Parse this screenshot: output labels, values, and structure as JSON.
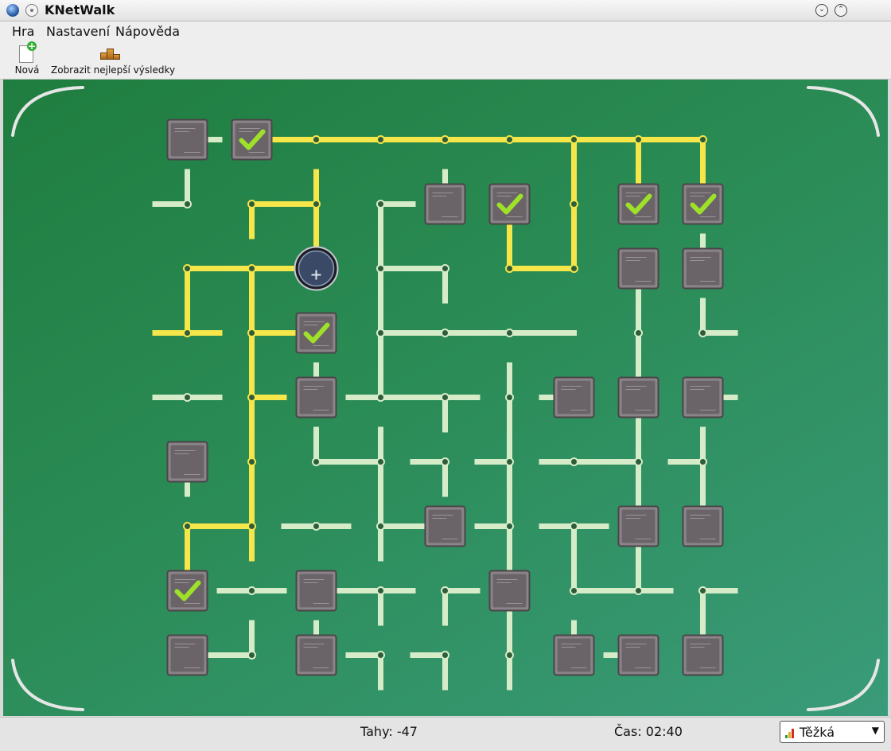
{
  "window": {
    "title": "KNetWalk"
  },
  "menu": {
    "game": "Hra",
    "settings": "Nastavení",
    "help": "Nápověda"
  },
  "toolbar": {
    "new_label": "Nová",
    "highscores_label": "Zobrazit nejlepší výsledky"
  },
  "status": {
    "moves": "Tahy: -47",
    "time": "Čas: 02:40",
    "difficulty": "Těžká"
  },
  "colors": {
    "board": "#2a8b55",
    "powered": "#f5e64a",
    "cable": "#d6ecc8",
    "chip": "#6a6468",
    "check": "#9ee02a"
  },
  "grid": {
    "size": 9,
    "server": [
      2,
      2
    ],
    "cells": [
      {
        "r": 0,
        "c": 0,
        "t": "T",
        "d": "E"
      },
      {
        "r": 0,
        "c": 1,
        "t": "T",
        "d": "E",
        "p": 1
      },
      {
        "r": 0,
        "c": 2,
        "t": "C",
        "d": "EW",
        "p": 1
      },
      {
        "r": 0,
        "c": 3,
        "t": "C",
        "d": "EW",
        "p": 1
      },
      {
        "r": 0,
        "c": 4,
        "t": "C",
        "d": "EW",
        "p": 1
      },
      {
        "r": 0,
        "c": 5,
        "t": "C",
        "d": "EW",
        "p": 1
      },
      {
        "r": 0,
        "c": 6,
        "t": "C",
        "d": "ESW",
        "p": 1
      },
      {
        "r": 0,
        "c": 7,
        "t": "C",
        "d": "ESW",
        "p": 1
      },
      {
        "r": 0,
        "c": 8,
        "t": "C",
        "d": "SW",
        "p": 1
      },
      {
        "r": 1,
        "c": 0,
        "t": "C",
        "d": "NW"
      },
      {
        "r": 1,
        "c": 1,
        "t": "C",
        "d": "ES",
        "p": 1
      },
      {
        "r": 1,
        "c": 2,
        "t": "C",
        "d": "NSW",
        "p": 1
      },
      {
        "r": 1,
        "c": 3,
        "t": "C",
        "d": "ES"
      },
      {
        "r": 1,
        "c": 4,
        "t": "T",
        "d": "N"
      },
      {
        "r": 1,
        "c": 5,
        "t": "T",
        "d": "S",
        "p": 1
      },
      {
        "r": 1,
        "c": 6,
        "t": "C",
        "d": "NS",
        "p": 1
      },
      {
        "r": 1,
        "c": 7,
        "t": "T",
        "d": "N",
        "p": 1
      },
      {
        "r": 1,
        "c": 8,
        "t": "T",
        "d": "N",
        "p": 1
      },
      {
        "r": 2,
        "c": 0,
        "t": "C",
        "d": "ES",
        "p": 1
      },
      {
        "r": 2,
        "c": 1,
        "t": "C",
        "d": "ESW",
        "p": 1
      },
      {
        "r": 2,
        "c": 2,
        "t": "S",
        "d": "NW",
        "p": 1
      },
      {
        "r": 2,
        "c": 3,
        "t": "C",
        "d": "NES"
      },
      {
        "r": 2,
        "c": 4,
        "t": "C",
        "d": "SW"
      },
      {
        "r": 2,
        "c": 5,
        "t": "C",
        "d": "NE",
        "p": 1
      },
      {
        "r": 2,
        "c": 6,
        "t": "C",
        "d": "NW",
        "p": 1
      },
      {
        "r": 2,
        "c": 7,
        "t": "T",
        "d": "S"
      },
      {
        "r": 2,
        "c": 8,
        "t": "T",
        "d": "N"
      },
      {
        "r": 3,
        "c": 0,
        "t": "C",
        "d": "NEW",
        "p": 1
      },
      {
        "r": 3,
        "c": 1,
        "t": "C",
        "d": "NES",
        "p": 1
      },
      {
        "r": 3,
        "c": 2,
        "t": "T",
        "d": "W",
        "p": 1
      },
      {
        "r": 3,
        "c": 3,
        "t": "C",
        "d": "NES"
      },
      {
        "r": 3,
        "c": 4,
        "t": "C",
        "d": "EW"
      },
      {
        "r": 3,
        "c": 5,
        "t": "C",
        "d": "EW"
      },
      {
        "r": 3,
        "c": 6,
        "t": "C",
        "d": "W"
      },
      {
        "r": 3,
        "c": 7,
        "t": "C",
        "d": "NS"
      },
      {
        "r": 3,
        "c": 8,
        "t": "C",
        "d": "NE"
      },
      {
        "r": 4,
        "c": 0,
        "t": "C",
        "d": "EW"
      },
      {
        "r": 4,
        "c": 1,
        "t": "C",
        "d": "NES",
        "p": 1
      },
      {
        "r": 4,
        "c": 2,
        "t": "T",
        "d": "N"
      },
      {
        "r": 4,
        "c": 3,
        "t": "C",
        "d": "NEW"
      },
      {
        "r": 4,
        "c": 4,
        "t": "C",
        "d": "ESW"
      },
      {
        "r": 4,
        "c": 5,
        "t": "C",
        "d": "NS"
      },
      {
        "r": 4,
        "c": 6,
        "t": "T",
        "d": "W"
      },
      {
        "r": 4,
        "c": 7,
        "t": "T",
        "d": "NS"
      },
      {
        "r": 4,
        "c": 8,
        "t": "T",
        "d": "E"
      },
      {
        "r": 5,
        "c": 0,
        "t": "T",
        "d": "S"
      },
      {
        "r": 5,
        "c": 1,
        "t": "C",
        "d": "NS",
        "p": 1
      },
      {
        "r": 5,
        "c": 2,
        "t": "C",
        "d": "NE"
      },
      {
        "r": 5,
        "c": 3,
        "t": "C",
        "d": "NSW"
      },
      {
        "r": 5,
        "c": 4,
        "t": "C",
        "d": "SW"
      },
      {
        "r": 5,
        "c": 5,
        "t": "C",
        "d": "NSW"
      },
      {
        "r": 5,
        "c": 6,
        "t": "C",
        "d": "EW"
      },
      {
        "r": 5,
        "c": 7,
        "t": "C",
        "d": "NSW"
      },
      {
        "r": 5,
        "c": 8,
        "t": "C",
        "d": "NSW"
      },
      {
        "r": 6,
        "c": 0,
        "t": "C",
        "d": "ES",
        "p": 1
      },
      {
        "r": 6,
        "c": 1,
        "t": "C",
        "d": "NSW",
        "p": 1
      },
      {
        "r": 6,
        "c": 2,
        "t": "C",
        "d": "EW"
      },
      {
        "r": 6,
        "c": 3,
        "t": "C",
        "d": "NES"
      },
      {
        "r": 6,
        "c": 4,
        "t": "T",
        "d": "W"
      },
      {
        "r": 6,
        "c": 5,
        "t": "C",
        "d": "NSW"
      },
      {
        "r": 6,
        "c": 6,
        "t": "C",
        "d": "ESW"
      },
      {
        "r": 6,
        "c": 7,
        "t": "T",
        "d": "NS"
      },
      {
        "r": 6,
        "c": 8,
        "t": "T",
        "d": "N"
      },
      {
        "r": 7,
        "c": 0,
        "t": "T",
        "d": "N",
        "p": 1
      },
      {
        "r": 7,
        "c": 1,
        "t": "C",
        "d": "EW"
      },
      {
        "r": 7,
        "c": 2,
        "t": "T",
        "d": "E"
      },
      {
        "r": 7,
        "c": 3,
        "t": "C",
        "d": "ESW"
      },
      {
        "r": 7,
        "c": 4,
        "t": "C",
        "d": "ES"
      },
      {
        "r": 7,
        "c": 5,
        "t": "T",
        "d": "NS"
      },
      {
        "r": 7,
        "c": 6,
        "t": "C",
        "d": "NE"
      },
      {
        "r": 7,
        "c": 7,
        "t": "C",
        "d": "NEW"
      },
      {
        "r": 7,
        "c": 8,
        "t": "C",
        "d": "ES"
      },
      {
        "r": 8,
        "c": 0,
        "t": "T",
        "d": "E"
      },
      {
        "r": 8,
        "c": 1,
        "t": "C",
        "d": "NW"
      },
      {
        "r": 8,
        "c": 2,
        "t": "T",
        "d": "N"
      },
      {
        "r": 8,
        "c": 3,
        "t": "C",
        "d": "WS"
      },
      {
        "r": 8,
        "c": 4,
        "t": "C",
        "d": "WS"
      },
      {
        "r": 8,
        "c": 5,
        "t": "C",
        "d": "NS"
      },
      {
        "r": 8,
        "c": 6,
        "t": "T",
        "d": "N"
      },
      {
        "r": 8,
        "c": 7,
        "t": "T",
        "d": "W"
      },
      {
        "r": 8,
        "c": 8,
        "t": "T",
        "d": "N"
      }
    ]
  }
}
